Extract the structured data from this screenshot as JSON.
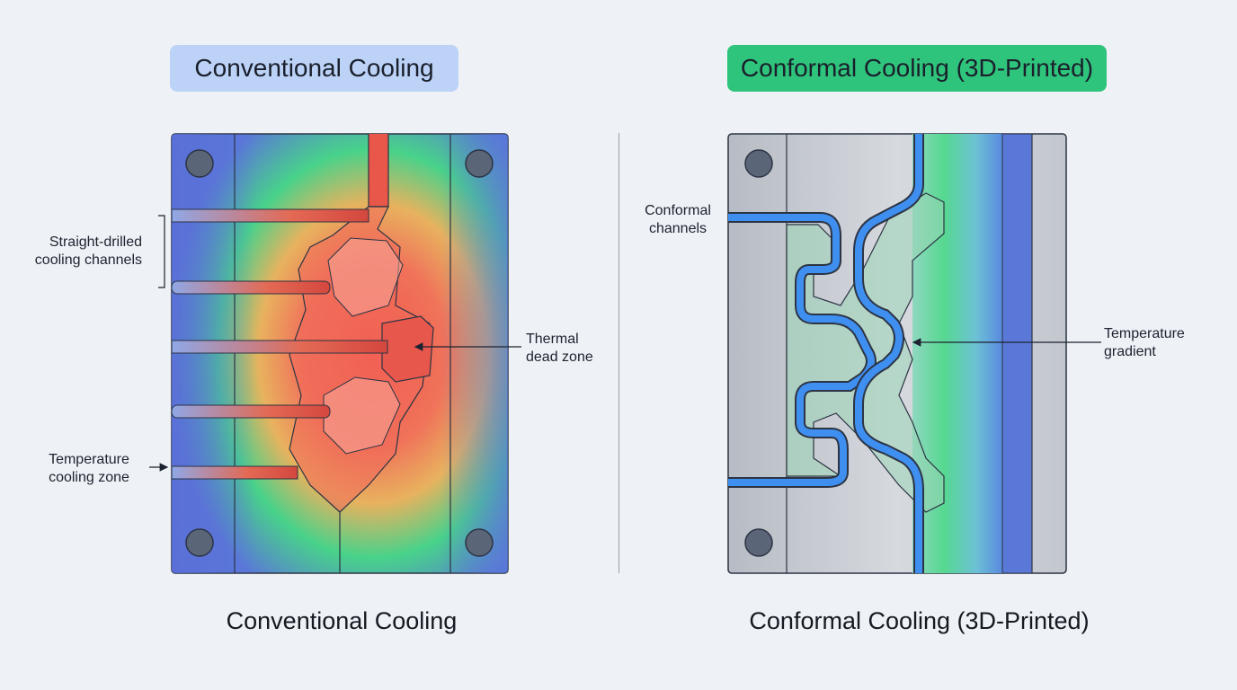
{
  "left_panel": {
    "title": "Conventional Cooling",
    "caption": "Conventional Cooling",
    "annotations": {
      "channels": [
        "Straight-drilled",
        "cooling channels"
      ],
      "dead_zone": [
        "Thermal",
        "dead zone"
      ],
      "temp_zone": [
        "Temperature",
        "cooling zone"
      ]
    }
  },
  "right_panel": {
    "title": "Conformal Cooling (3D-Printed)",
    "caption": "Conformal Cooling (3D-Printed)",
    "annotations": {
      "channels": [
        "Conformal",
        "channels"
      ],
      "gradient": [
        "Temperature",
        "gradient"
      ]
    }
  },
  "colors": {
    "hot": "#f2574d",
    "warm": "#e8b25e",
    "mid": "#48d28a",
    "cool": "#5a78d8",
    "steel": "#c9cdd4",
    "channel_blue": "#3f8ff0",
    "left_badge": "#bcd3f7",
    "right_badge": "#2fc47c"
  }
}
